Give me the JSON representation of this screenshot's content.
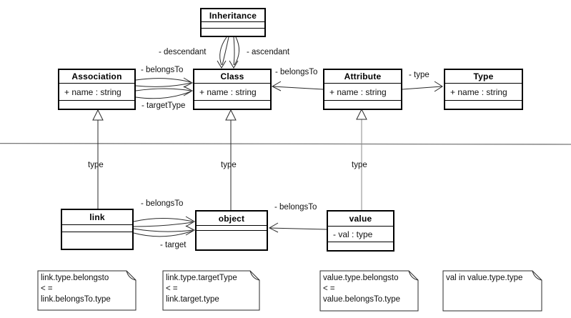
{
  "diagram": {
    "classes": [
      {
        "id": "inheritance",
        "name": "Inheritance",
        "attributes": []
      },
      {
        "id": "association",
        "name": "Association",
        "attributes": [
          "+ name : string"
        ]
      },
      {
        "id": "class",
        "name": "Class",
        "attributes": [
          "+ name : string"
        ]
      },
      {
        "id": "attribute",
        "name": "Attribute",
        "attributes": [
          "+ name : string"
        ]
      },
      {
        "id": "type-class",
        "name": "Type",
        "attributes": [
          "+ name : string"
        ]
      },
      {
        "id": "link",
        "name": "link",
        "attributes": []
      },
      {
        "id": "object",
        "name": "object",
        "attributes": []
      },
      {
        "id": "value",
        "name": "value",
        "attributes": [
          "- val : type"
        ]
      }
    ],
    "edge_labels": [
      {
        "id": "descendant",
        "text": "- descendant"
      },
      {
        "id": "ascendant",
        "text": "- ascendant"
      },
      {
        "id": "assoc-belongsto",
        "text": "- belongsTo"
      },
      {
        "id": "assoc-targettype",
        "text": "- targetType"
      },
      {
        "id": "attr-belongsto",
        "text": "- belongsTo"
      },
      {
        "id": "attr-type",
        "text": "- type"
      },
      {
        "id": "link-type",
        "text": "type"
      },
      {
        "id": "object-type",
        "text": "type"
      },
      {
        "id": "value-type",
        "text": "type"
      },
      {
        "id": "link-belongsto",
        "text": "- belongsTo"
      },
      {
        "id": "link-target",
        "text": "- target"
      },
      {
        "id": "value-belongsto",
        "text": "- belongsTo"
      }
    ],
    "notes": [
      {
        "id": "note-link-belongsto",
        "lines": [
          "link.type.belongsto",
          "< =",
          "link.belongsTo.type"
        ]
      },
      {
        "id": "note-link-targettype",
        "lines": [
          "link.type.targetType",
          "< =",
          "link.target.type"
        ]
      },
      {
        "id": "note-value-belongsto",
        "lines": [
          "value.type.belongsto",
          "< =",
          "value.belongsTo.type"
        ]
      },
      {
        "id": "note-value-val",
        "lines": [
          "val in value.type.type"
        ]
      }
    ],
    "colors": {
      "line": "#2a2a2a",
      "faded_line": "#8a8a8a",
      "separator": "#787878",
      "box_fill": "#ffffff"
    }
  }
}
